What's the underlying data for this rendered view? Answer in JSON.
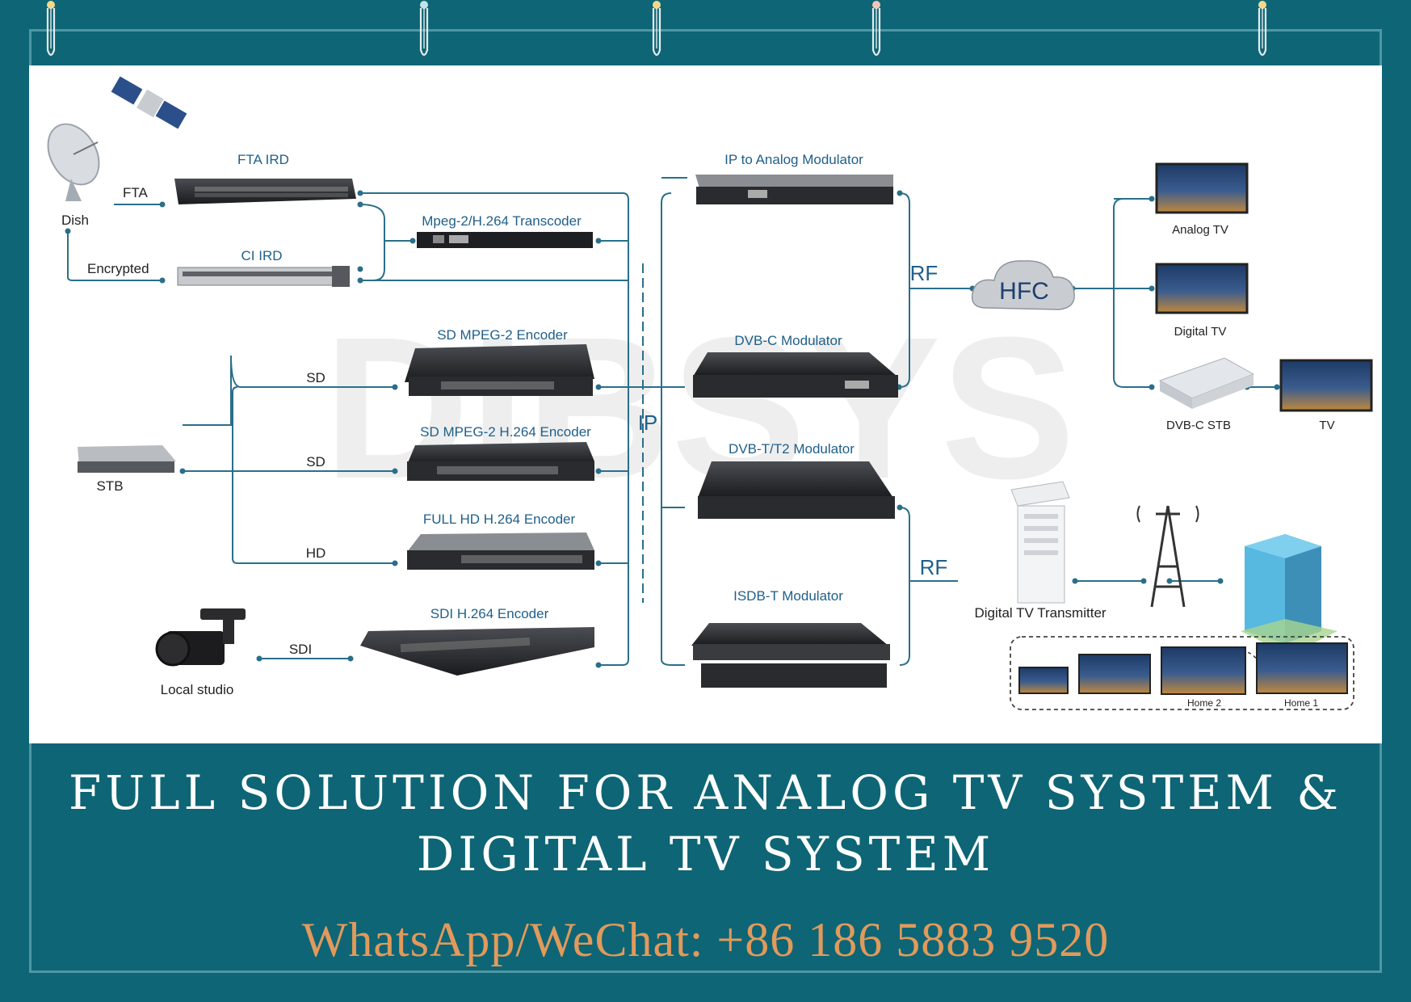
{
  "watermark": "DIBSYS",
  "nodes": {
    "dish": "Dish",
    "fta": "FTA",
    "encrypted": "Encrypted",
    "fta_ird": "FTA IRD",
    "ci_ird": "CI IRD",
    "transcoder": "Mpeg-2/H.264 Transcoder",
    "sd_mpeg2": "SD MPEG-2 Encoder",
    "sd_mpeg2_h264": "SD MPEG-2 H.264 Encoder",
    "full_hd": "FULL HD H.264 Encoder",
    "sdi_enc": "SDI H.264 Encoder",
    "stb": "STB",
    "sd1": "SD",
    "sd2": "SD",
    "hd": "HD",
    "sdi": "SDI",
    "local_studio": "Local studio",
    "ip": "IP",
    "ip_analog": "IP to Analog Modulator",
    "dvbc_mod": "DVB-C Modulator",
    "dvbt_mod": "DVB-T/T2 Modulator",
    "isdbt_mod": "ISDB-T Modulator",
    "rf1": "RF",
    "rf2": "RF",
    "hfc": "HFC",
    "analog_tv": "Analog TV",
    "digital_tv": "Digital TV",
    "dvbc_stb": "DVB-C STB",
    "tv": "TV",
    "transmitter": "Digital TV Transmitter",
    "home2": "Home 2",
    "home1": "Home 1"
  },
  "title_line1": "FULL SOLUTION FOR ANALOG TV SYSTEM &",
  "title_line2": "DIGITAL TV SYSTEM",
  "contact": "WhatsApp/WeChat: +86 186 5883 9520",
  "colors": {
    "background": "#0e6575",
    "line": "#2a6f8a",
    "accent": "#e19a5b"
  }
}
